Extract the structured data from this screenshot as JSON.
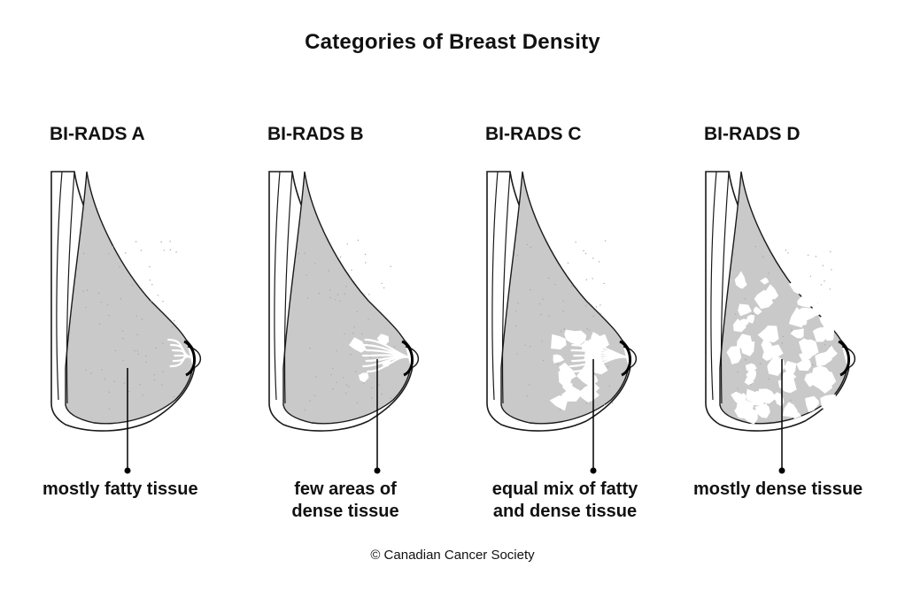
{
  "title": "Categories of Breast Density",
  "panels": [
    {
      "heading": "BI-RADS A",
      "caption_lines": [
        "mostly fatty tissue"
      ],
      "density": "A"
    },
    {
      "heading": "BI-RADS B",
      "caption_lines": [
        "few areas of",
        "dense tissue"
      ],
      "density": "B"
    },
    {
      "heading": "BI-RADS C",
      "caption_lines": [
        "equal mix of fatty",
        "and dense tissue"
      ],
      "density": "C"
    },
    {
      "heading": "BI-RADS D",
      "caption_lines": [
        "mostly dense tissue"
      ],
      "density": "D"
    }
  ],
  "footer": "© Canadian Cancer Society",
  "colors": {
    "tissue": "#c9c9c9",
    "outline": "#1a1a1a",
    "dense": "#ffffff",
    "text": "#111111"
  }
}
